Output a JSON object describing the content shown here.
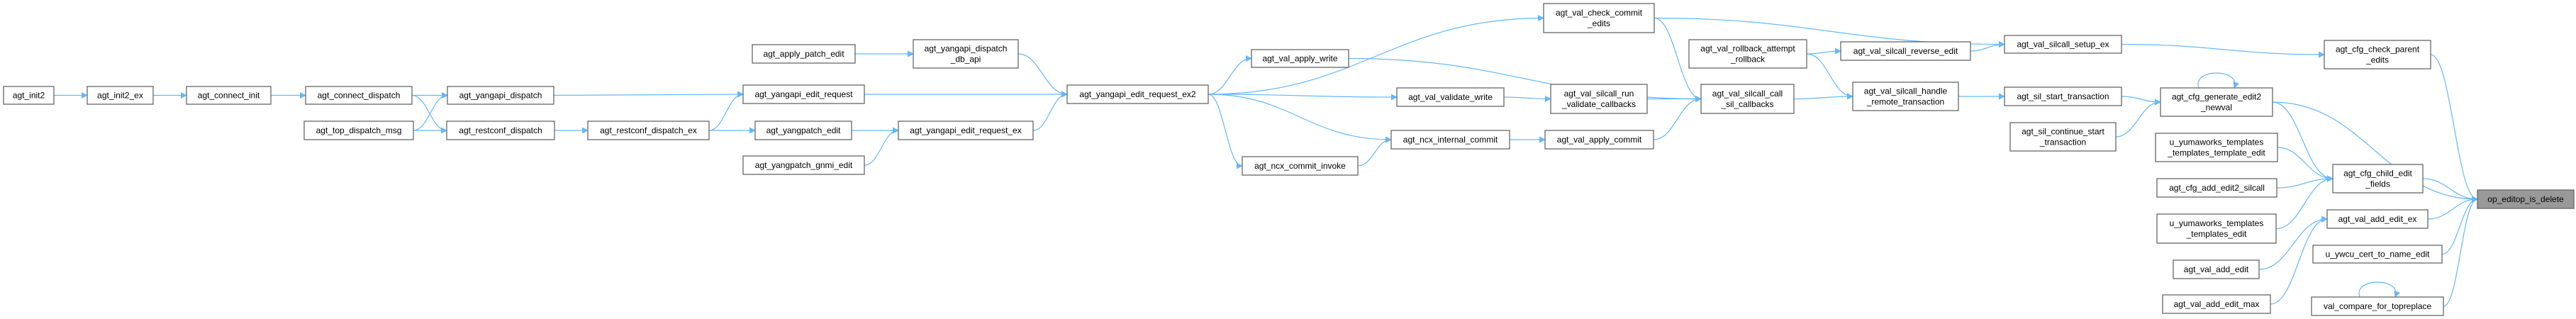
{
  "colors": {
    "edge": "#63b8ff",
    "node_border": "#666666",
    "node_fill": "#ffffff",
    "selected_fill": "#999999"
  },
  "selected": "op_editop_is_delete",
  "nodes": [
    {
      "id": "agt_init2",
      "lines": [
        "agt_init2"
      ]
    },
    {
      "id": "agt_init2_ex",
      "lines": [
        "agt_init2_ex"
      ]
    },
    {
      "id": "agt_connect_init",
      "lines": [
        "agt_connect_init"
      ]
    },
    {
      "id": "agt_connect_dispatch",
      "lines": [
        "agt_connect_dispatch"
      ]
    },
    {
      "id": "agt_top_dispatch_msg",
      "lines": [
        "agt_top_dispatch_msg"
      ]
    },
    {
      "id": "agt_yangapi_dispatch",
      "lines": [
        "agt_yangapi_dispatch"
      ]
    },
    {
      "id": "agt_restconf_dispatch",
      "lines": [
        "agt_restconf_dispatch"
      ]
    },
    {
      "id": "agt_restconf_dispatch_ex",
      "lines": [
        "agt_restconf_dispatch_ex"
      ]
    },
    {
      "id": "agt_apply_patch_edit",
      "lines": [
        "agt_apply_patch_edit"
      ]
    },
    {
      "id": "agt_yangapi_dispatch_db_api",
      "lines": [
        "agt_yangapi_dispatch",
        "_db_api"
      ]
    },
    {
      "id": "agt_yangapi_edit_request",
      "lines": [
        "agt_yangapi_edit_request"
      ]
    },
    {
      "id": "agt_yangpatch_edit",
      "lines": [
        "agt_yangpatch_edit"
      ]
    },
    {
      "id": "agt_yangpatch_gnmi_edit",
      "lines": [
        "agt_yangpatch_gnmi_edit"
      ]
    },
    {
      "id": "agt_yangapi_edit_request_ex",
      "lines": [
        "agt_yangapi_edit_request_ex"
      ]
    },
    {
      "id": "agt_yangapi_edit_request_ex2",
      "lines": [
        "agt_yangapi_edit_request_ex2"
      ]
    },
    {
      "id": "agt_val_apply_write",
      "lines": [
        "agt_val_apply_write"
      ]
    },
    {
      "id": "agt_ncx_commit_invoke",
      "lines": [
        "agt_ncx_commit_invoke"
      ]
    },
    {
      "id": "agt_val_check_commit_edits",
      "lines": [
        "agt_val_check_commit",
        "_edits"
      ]
    },
    {
      "id": "agt_val_validate_write",
      "lines": [
        "agt_val_validate_write"
      ]
    },
    {
      "id": "agt_val_silcall_run_validate_callbacks",
      "lines": [
        "agt_val_silcall_run",
        "_validate_callbacks"
      ]
    },
    {
      "id": "agt_ncx_internal_commit",
      "lines": [
        "agt_ncx_internal_commit"
      ]
    },
    {
      "id": "agt_val_apply_commit",
      "lines": [
        "agt_val_apply_commit"
      ]
    },
    {
      "id": "agt_val_silcall_call_sil_callbacks",
      "lines": [
        "agt_val_silcall_call",
        "_sil_callbacks"
      ]
    },
    {
      "id": "agt_val_rollback_attempt_rollback",
      "lines": [
        "agt_val_rollback_attempt",
        "_rollback"
      ]
    },
    {
      "id": "agt_val_silcall_reverse_edit",
      "lines": [
        "agt_val_silcall_reverse_edit"
      ]
    },
    {
      "id": "agt_val_silcall_handle_remote_transaction",
      "lines": [
        "agt_val_silcall_handle",
        "_remote_transaction"
      ]
    },
    {
      "id": "agt_val_silcall_setup_ex",
      "lines": [
        "agt_val_silcall_setup_ex"
      ]
    },
    {
      "id": "agt_sil_start_transaction",
      "lines": [
        "agt_sil_start_transaction"
      ]
    },
    {
      "id": "agt_sil_continue_start_transaction",
      "lines": [
        "agt_sil_continue_start",
        "_transaction"
      ]
    },
    {
      "id": "agt_cfg_check_parent_edits",
      "lines": [
        "agt_cfg_check_parent",
        "_edits"
      ]
    },
    {
      "id": "agt_cfg_generate_edit2_newval",
      "lines": [
        "agt_cfg_generate_edit2",
        "_newval"
      ]
    },
    {
      "id": "u_yumaworks_templates_templates_template_edit",
      "lines": [
        "u_yumaworks_templates",
        "_templates_template_edit"
      ]
    },
    {
      "id": "agt_cfg_add_edit2_silcall",
      "lines": [
        "agt_cfg_add_edit2_silcall"
      ]
    },
    {
      "id": "u_yumaworks_templates_templates_edit",
      "lines": [
        "u_yumaworks_templates",
        "_templates_edit"
      ]
    },
    {
      "id": "agt_cfg_child_edit_fields",
      "lines": [
        "agt_cfg_child_edit",
        "_fields"
      ]
    },
    {
      "id": "agt_val_add_edit_ex",
      "lines": [
        "agt_val_add_edit_ex"
      ]
    },
    {
      "id": "agt_val_add_edit",
      "lines": [
        "agt_val_add_edit"
      ]
    },
    {
      "id": "agt_val_add_edit_max",
      "lines": [
        "agt_val_add_edit_max"
      ]
    },
    {
      "id": "u_ywcu_cert_to_name_edit",
      "lines": [
        "u_ywcu_cert_to_name_edit"
      ]
    },
    {
      "id": "val_compare_for_topreplace",
      "lines": [
        "val_compare_for_topreplace"
      ]
    },
    {
      "id": "op_editop_is_delete",
      "lines": [
        "op_editop_is_delete"
      ]
    }
  ],
  "edges": [
    [
      "agt_init2",
      "agt_init2_ex"
    ],
    [
      "agt_init2_ex",
      "agt_connect_init"
    ],
    [
      "agt_connect_init",
      "agt_connect_dispatch"
    ],
    [
      "agt_connect_dispatch",
      "agt_yangapi_dispatch"
    ],
    [
      "agt_connect_dispatch",
      "agt_restconf_dispatch"
    ],
    [
      "agt_top_dispatch_msg",
      "agt_yangapi_dispatch"
    ],
    [
      "agt_top_dispatch_msg",
      "agt_restconf_dispatch"
    ],
    [
      "agt_yangapi_dispatch",
      "agt_yangapi_edit_request"
    ],
    [
      "agt_restconf_dispatch",
      "agt_restconf_dispatch_ex"
    ],
    [
      "agt_restconf_dispatch_ex",
      "agt_yangapi_edit_request"
    ],
    [
      "agt_restconf_dispatch_ex",
      "agt_yangpatch_edit"
    ],
    [
      "agt_apply_patch_edit",
      "agt_yangapi_dispatch_db_api"
    ],
    [
      "agt_yangapi_dispatch_db_api",
      "agt_yangapi_edit_request_ex2"
    ],
    [
      "agt_yangapi_edit_request",
      "agt_yangapi_edit_request_ex2"
    ],
    [
      "agt_yangpatch_edit",
      "agt_yangapi_edit_request_ex"
    ],
    [
      "agt_yangpatch_gnmi_edit",
      "agt_yangapi_edit_request_ex"
    ],
    [
      "agt_yangapi_edit_request_ex",
      "agt_yangapi_edit_request_ex2"
    ],
    [
      "agt_yangapi_edit_request_ex2",
      "agt_val_check_commit_edits"
    ],
    [
      "agt_yangapi_edit_request_ex2",
      "agt_val_apply_write"
    ],
    [
      "agt_yangapi_edit_request_ex2",
      "agt_val_validate_write"
    ],
    [
      "agt_yangapi_edit_request_ex2",
      "agt_ncx_internal_commit"
    ],
    [
      "agt_yangapi_edit_request_ex2",
      "agt_ncx_commit_invoke"
    ],
    [
      "agt_ncx_commit_invoke",
      "agt_ncx_internal_commit"
    ],
    [
      "agt_val_apply_write",
      "agt_val_silcall_call_sil_callbacks"
    ],
    [
      "agt_val_check_commit_edits",
      "agt_val_silcall_call_sil_callbacks"
    ],
    [
      "agt_val_check_commit_edits",
      "agt_val_silcall_setup_ex"
    ],
    [
      "agt_val_validate_write",
      "agt_val_silcall_run_validate_callbacks"
    ],
    [
      "agt_val_silcall_run_validate_callbacks",
      "agt_val_silcall_call_sil_callbacks"
    ],
    [
      "agt_ncx_internal_commit",
      "agt_val_apply_commit"
    ],
    [
      "agt_val_apply_commit",
      "agt_val_silcall_call_sil_callbacks"
    ],
    [
      "agt_val_rollback_attempt_rollback",
      "agt_val_silcall_reverse_edit"
    ],
    [
      "agt_val_rollback_attempt_rollback",
      "agt_val_silcall_handle_remote_transaction"
    ],
    [
      "agt_val_silcall_call_sil_callbacks",
      "agt_val_silcall_handle_remote_transaction"
    ],
    [
      "agt_val_silcall_reverse_edit",
      "agt_val_silcall_setup_ex"
    ],
    [
      "agt_val_silcall_handle_remote_transaction",
      "agt_sil_start_transaction"
    ],
    [
      "agt_sil_start_transaction",
      "agt_cfg_generate_edit2_newval"
    ],
    [
      "agt_sil_continue_start_transaction",
      "agt_cfg_generate_edit2_newval"
    ],
    [
      "agt_cfg_generate_edit2_newval",
      "agt_cfg_generate_edit2_newval"
    ],
    [
      "agt_cfg_generate_edit2_newval",
      "agt_cfg_child_edit_fields"
    ],
    [
      "agt_cfg_generate_edit2_newval",
      "op_editop_is_delete"
    ],
    [
      "agt_val_silcall_setup_ex",
      "agt_cfg_check_parent_edits"
    ],
    [
      "agt_cfg_check_parent_edits",
      "op_editop_is_delete"
    ],
    [
      "u_yumaworks_templates_templates_template_edit",
      "agt_cfg_child_edit_fields"
    ],
    [
      "agt_cfg_add_edit2_silcall",
      "agt_cfg_child_edit_fields"
    ],
    [
      "u_yumaworks_templates_templates_edit",
      "agt_cfg_child_edit_fields"
    ],
    [
      "agt_cfg_child_edit_fields",
      "op_editop_is_delete"
    ],
    [
      "agt_val_add_edit_ex",
      "op_editop_is_delete"
    ],
    [
      "agt_val_add_edit",
      "agt_val_add_edit_ex"
    ],
    [
      "agt_val_add_edit_max",
      "agt_val_add_edit_ex"
    ],
    [
      "u_ywcu_cert_to_name_edit",
      "op_editop_is_delete"
    ],
    [
      "val_compare_for_topreplace",
      "val_compare_for_topreplace"
    ],
    [
      "val_compare_for_topreplace",
      "op_editop_is_delete"
    ]
  ]
}
